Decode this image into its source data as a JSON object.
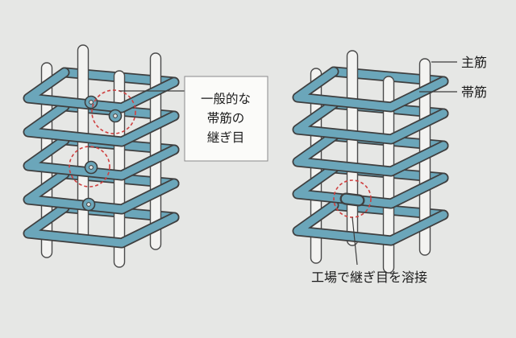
{
  "callout": {
    "lines": [
      "一般的な",
      "帯筋の",
      "継ぎ目"
    ]
  },
  "labels": {
    "main_bar": "主筋",
    "hoop_bar": "帯筋",
    "weld_note": "工場で継ぎ目を溶接"
  },
  "colors": {
    "background": "#e6e7e5",
    "hoop": "#6ba6ba",
    "outline": "#3f3f3f",
    "bar_fill": "#f3f3f1",
    "bar_stroke": "#4a4a4a",
    "highlight_red": "#cf4040",
    "callout_fill": "#fbfbf9",
    "callout_border": "#8a8a8a",
    "text": "#1a1a1a",
    "leader_line": "#3c3c3c"
  }
}
